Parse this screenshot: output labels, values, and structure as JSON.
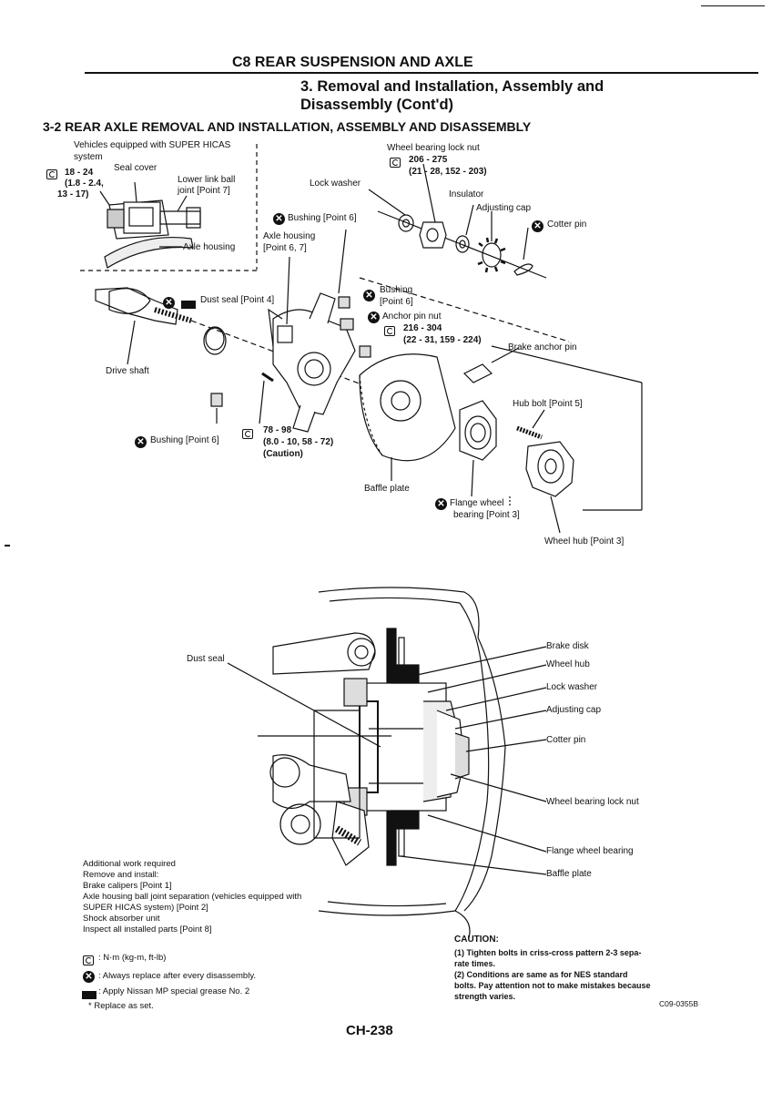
{
  "header": {
    "chapter_title": "C8 REAR SUSPENSION AND AXLE",
    "section_line1": "3. Removal and Installation, Assembly and",
    "section_line2": "Disassembly (Cont'd)",
    "subsection": "3-2 REAR AXLE REMOVAL AND INSTALLATION, ASSEMBLY AND DISASSEMBLY"
  },
  "inset": {
    "title_line1": "Vehicles equipped with SUPER HICAS",
    "title_line2": "system",
    "seal_cover": "Seal cover",
    "torque_line1": "18 - 24",
    "torque_line2": "(1.8 - 2.4,",
    "torque_line3": "13 - 17)",
    "lower_link_line1": "Lower link ball",
    "lower_link_line2": "joint [Point 7]",
    "axle_housing": "Axle housing"
  },
  "exploded": {
    "wheel_bearing_lock_nut": "Wheel bearing lock nut",
    "wbln_torque_1": "206 - 275",
    "wbln_torque_2": "(21 - 28, 152 - 203)",
    "lock_washer": "Lock washer",
    "insulator": "Insulator",
    "adjusting_cap": "Adjusting cap",
    "cotter_pin": "Cotter pin",
    "bushing_point6_top": "Bushing [Point 6]",
    "axle_housing_line1": "Axle housing",
    "axle_housing_line2": "[Point 6, 7]",
    "dust_seal_point4": "Dust seal [Point 4]",
    "bushing_right_line1": "Bushing",
    "bushing_right_line2": "[Point 6]",
    "anchor_pin_nut": "Anchor pin nut",
    "anchor_torque_1": "216 - 304",
    "anchor_torque_2": "(22 - 31, 159 - 224)",
    "brake_anchor_pin": "Brake anchor pin",
    "drive_shaft": "Drive shaft",
    "hub_bolt": "Hub bolt [Point 5]",
    "bushing_point6_bottom": "Bushing [Point 6]",
    "bottom_torque_1": "78 - 98",
    "bottom_torque_2": "(8.0 - 10, 58 - 72)",
    "bottom_torque_3": "(Caution)",
    "baffle_plate": "Baffle plate",
    "flange_wheel_line1": "Flange wheel",
    "flange_wheel_line2": "bearing [Point 3]",
    "wheel_hub_point3": "Wheel hub [Point 3]"
  },
  "section_view": {
    "dust_seal": "Dust seal",
    "brake_disk": "Brake disk",
    "wheel_hub": "Wheel hub",
    "lock_washer": "Lock washer",
    "adjusting_cap": "Adjusting cap",
    "cotter_pin": "Cotter pin",
    "wheel_bearing_lock_nut": "Wheel bearing lock nut",
    "flange_wheel_bearing": "Flange wheel bearing",
    "baffle_plate": "Baffle plate"
  },
  "notes": {
    "l1": "Additional work required",
    "l2": "Remove and install:",
    "l3": "Brake calipers [Point 1]",
    "l4": "Axle housing ball joint separation (vehicles equipped with",
    "l5": "SUPER HICAS system) [Point 2]",
    "l6": "Shock absorber unit",
    "l7": "Inspect all installed parts [Point 8]"
  },
  "caution": {
    "title": "CAUTION:",
    "l1": "(1) Tighten bolts in criss-cross pattern 2-3 sepa-",
    "l2": "rate times.",
    "l3": "(2) Conditions are same as for NES standard",
    "l4": "bolts. Pay attention not to make mistakes because",
    "l5": "strength varies."
  },
  "legend": {
    "torque": ": N·m (kg-m, ft-lb)",
    "replace": ": Always replace after every disassembly.",
    "grease": ": Apply Nissan MP special grease No. 2",
    "set": "* Replace as set."
  },
  "figure_code": "C09-0355B",
  "page_number": "CH-238"
}
